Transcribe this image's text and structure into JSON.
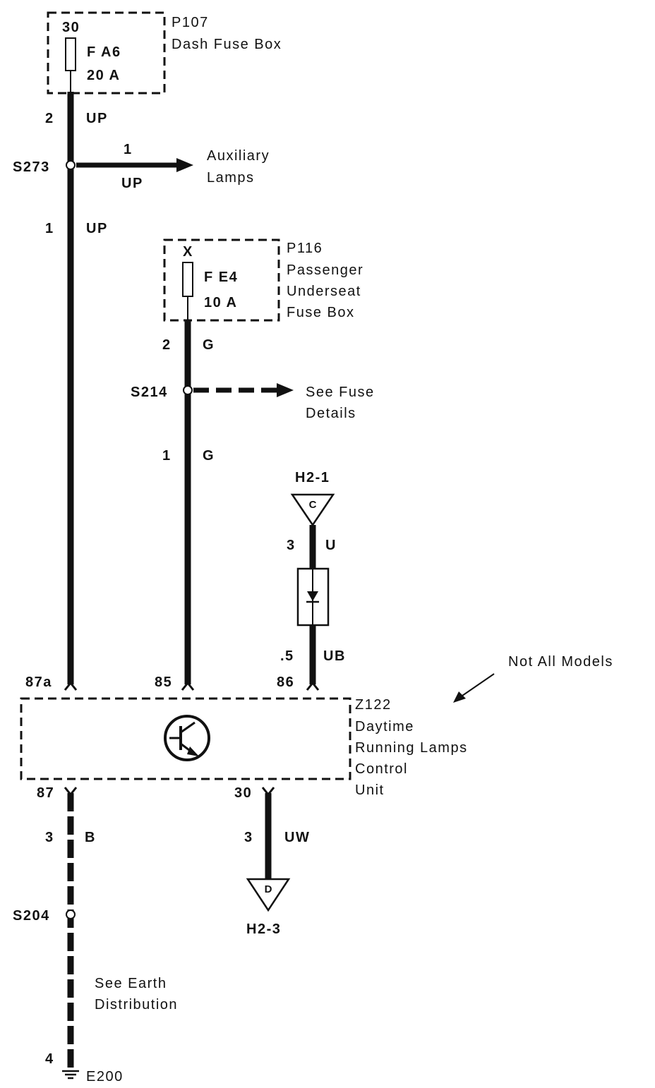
{
  "p107": {
    "ref": "P107",
    "name": "Dash Fuse Box",
    "terminal": "30",
    "fuse": "F A6",
    "rating": "20 A"
  },
  "p116": {
    "ref": "P116",
    "name_lines": [
      "Passenger",
      "Underseat",
      "Fuse Box"
    ],
    "terminal": "X",
    "fuse": "F E4",
    "rating": "10 A"
  },
  "wires": {
    "w1": {
      "size": "2",
      "color": "UP"
    },
    "w2": {
      "size": "1",
      "color": "UP"
    },
    "w3": {
      "size": "1",
      "color": "UP"
    },
    "w4": {
      "size": "2",
      "color": "G"
    },
    "w5": {
      "size": "1",
      "color": "G"
    },
    "w6": {
      "size": "3",
      "color": "U"
    },
    "w7": {
      "size": ".5",
      "color": "UB"
    },
    "w8": {
      "size": "3",
      "color": "B"
    },
    "w9": {
      "size": "3",
      "color": "UW"
    },
    "w10": {
      "size": "4"
    }
  },
  "splices": {
    "s273": "S273",
    "s214": "S214",
    "s204": "S204"
  },
  "destinations": {
    "aux_lamps": [
      "Auxiliary",
      "Lamps"
    ],
    "fuse_details": [
      "See Fuse",
      "Details"
    ],
    "earth_distribution": [
      "See Earth",
      "Distribution"
    ]
  },
  "connectors": {
    "h2_1": {
      "label": "H2-1",
      "letter": "C"
    },
    "h2_3": {
      "label": "H2-3",
      "letter": "D"
    }
  },
  "z122": {
    "ref": "Z122",
    "name_lines": [
      "Daytime",
      "Running Lamps",
      "Control",
      "Unit"
    ],
    "pins": {
      "p87a": "87a",
      "p85": "85",
      "p86": "86",
      "p87": "87",
      "p30": "30"
    }
  },
  "ground": "E200",
  "note": "Not All Models"
}
